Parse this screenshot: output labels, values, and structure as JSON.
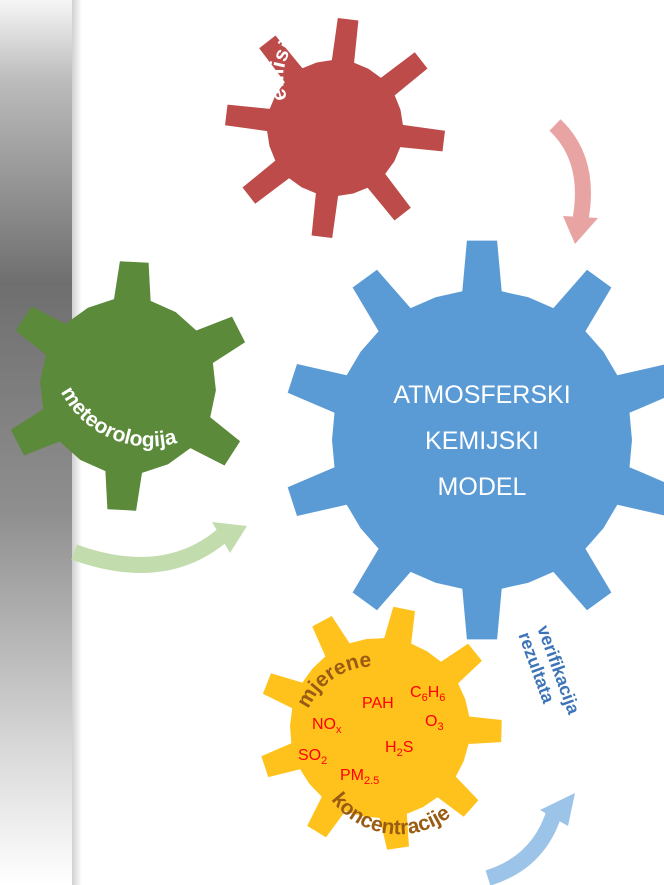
{
  "emissions_gear": {
    "label": "emisije",
    "color": "#bd4b4a"
  },
  "meteorology_gear": {
    "label": "meteorologija",
    "color": "#5b8a3a"
  },
  "model_gear": {
    "line1": "ATMOSFERSKI",
    "line2": "KEMIJSKI",
    "line3": "MODEL",
    "color": "#5b9bd5"
  },
  "measurements_gear": {
    "top_label": "mjerene",
    "bottom_label": "koncentracije",
    "label_color": "#9a5b12",
    "color": "#ffc21d",
    "species_color": "#ff0000",
    "species": {
      "pah": "PAH",
      "c6h6": {
        "c": "C",
        "s1": "6",
        "h": "H",
        "s2": "6"
      },
      "nox": {
        "base": "NO",
        "sub": "x"
      },
      "o3": {
        "base": "O",
        "sub": "3"
      },
      "h2s": {
        "h": "H",
        "sub": "2",
        "s": "S"
      },
      "so2": {
        "base": "SO",
        "sub": "2"
      },
      "pm25": {
        "base": "PM",
        "sub": "2.5"
      }
    }
  },
  "verification": {
    "line1": "verifikacija",
    "line2": "rezultata",
    "color": "#3d74b8"
  },
  "arrows": {
    "red": "#e8a3a3",
    "green": "#c3dcae",
    "blue": "#9cc3e8"
  }
}
